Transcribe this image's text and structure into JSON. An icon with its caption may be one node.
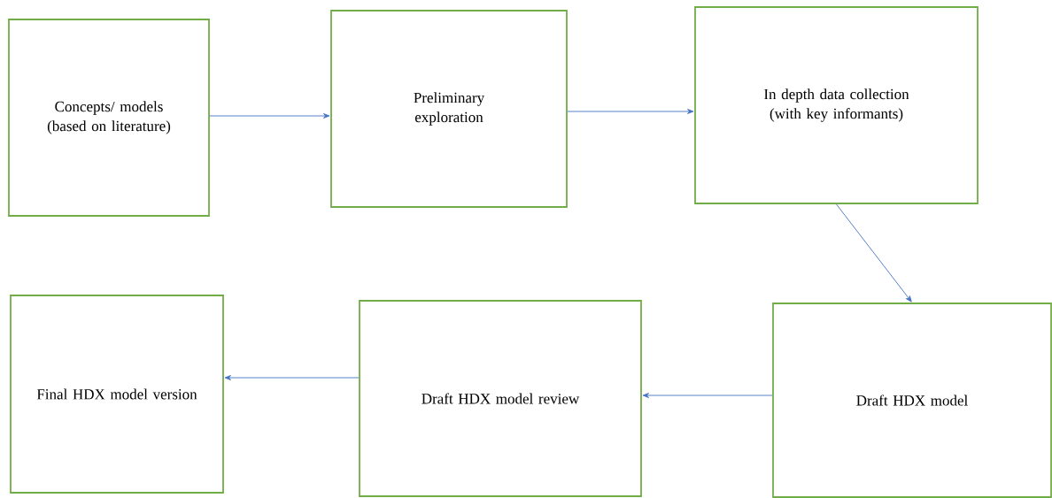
{
  "diagram": {
    "nodes": [
      {
        "text": [
          "Concepts/ models (based on literature)"
        ]
      },
      {
        "text": [
          "Preliminary exploration"
        ]
      },
      {
        "text": [
          "In depth data collection (with key informants)"
        ]
      },
      {
        "text": [
          "Draft HDX model"
        ]
      },
      {
        "text": [
          "Draft HDX model review"
        ]
      },
      {
        "text": [
          "Final HDX model version"
        ]
      }
    ],
    "edges": [
      {
        "from": 0,
        "to": 1,
        "arrow": "to"
      },
      {
        "from": 1,
        "to": 2,
        "arrow": "to"
      },
      {
        "from": 2,
        "to": 3,
        "arrow": "to"
      },
      {
        "from": 3,
        "to": 4,
        "arrow": "to"
      },
      {
        "from": 4,
        "to": 5,
        "arrow": "to"
      }
    ]
  }
}
